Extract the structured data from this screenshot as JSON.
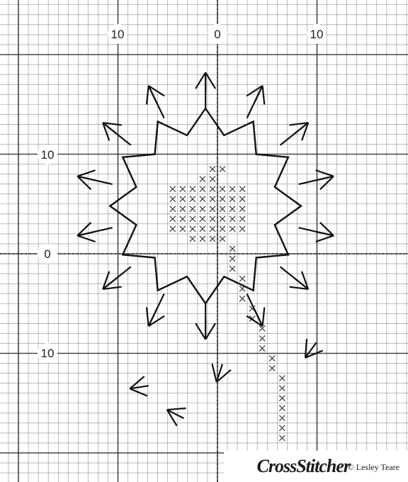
{
  "chart": {
    "top_axis_labels": [
      "10",
      "0",
      "10"
    ],
    "side_axis_labels": [
      "10",
      "0",
      "10"
    ],
    "grid_color": "#333333",
    "stitch_color": "#111111",
    "cross_color": "#444444"
  },
  "credit": {
    "brand": "CrossStitcher",
    "copyright": "© Lesley Teare"
  }
}
